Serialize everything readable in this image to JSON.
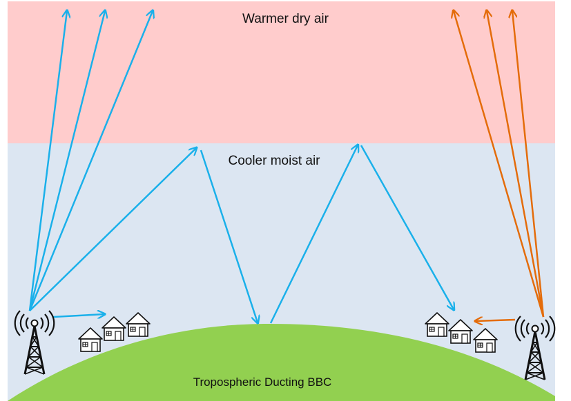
{
  "labels": {
    "warm_layer": "Warmer dry air",
    "cool_layer": "Cooler moist air",
    "caption": "Tropospheric Ducting  BBC"
  },
  "colors": {
    "warm_layer": "#ffcccc",
    "cool_layer": "#dce6f2",
    "ground": "#92d050",
    "ducted_signal": "#1ab0ea",
    "escaping_signal": "#e46c0a",
    "structure": "#111111"
  },
  "icons": {
    "left_transmitter": "radio-tower-icon",
    "right_transmitter": "radio-tower-icon",
    "left_houses": "house-icon",
    "right_houses": "house-icon"
  }
}
